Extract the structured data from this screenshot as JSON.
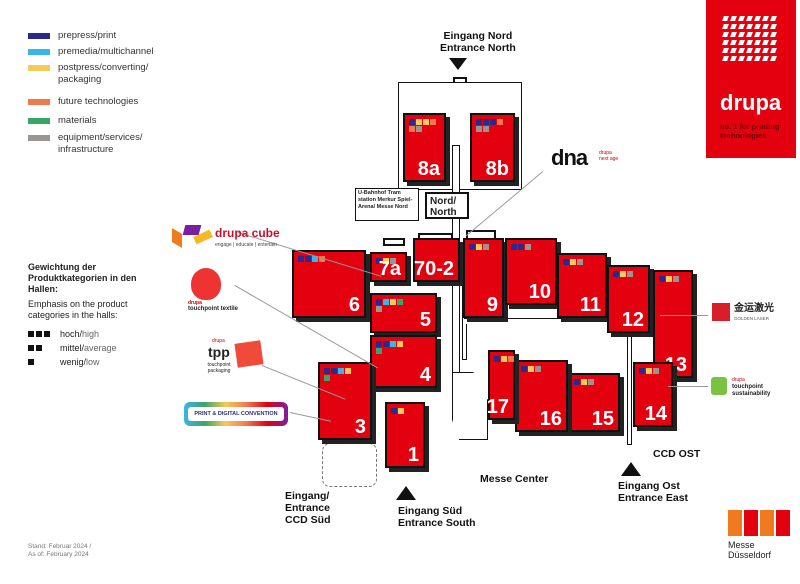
{
  "legend": {
    "items": [
      {
        "label": "prepress/print",
        "color": "#2a2a8c"
      },
      {
        "label": "premedia/multichannel",
        "color": "#3bb4e6"
      },
      {
        "label": "postpress/converting/ packaging",
        "color": "#f5c95a"
      },
      {
        "label": "future technologies",
        "color": "#f07a50"
      },
      {
        "label": "materials",
        "color": "#3aa56a"
      },
      {
        "label": "equipment/services/ infrastructure",
        "color": "#9a9590"
      }
    ]
  },
  "weighting": {
    "title_de": "Gewichtung der Produktkategorien in den Hallen:",
    "title_en": "Emphasis on the product categories in the halls:",
    "levels": [
      {
        "de": "hoch/",
        "en": "high",
        "squares": 3
      },
      {
        "de": "mittel/",
        "en": "average",
        "squares": 2
      },
      {
        "de": "wenig/",
        "en": "low",
        "squares": 1
      }
    ]
  },
  "footer": {
    "stand_de": "Stand: Februar 2024 /",
    "stand_en": "As of: February 2024"
  },
  "brand": {
    "name": "drupa",
    "tagline": "no. 1 for printing technologies",
    "color": "#e3000f"
  },
  "messe": {
    "line1": "Messe",
    "line2": "Düsseldorf"
  },
  "entrances": {
    "north": [
      "Eingang Nord",
      "Entrance North"
    ],
    "nord_box": "Nord/ North",
    "tram": "U-Bahnhof Tram station Merkur Spiel-Arena/ Messe Nord",
    "south": [
      "Eingang Süd",
      "Entrance South"
    ],
    "ccd_sued": [
      "Eingang/",
      "Entrance",
      "CCD Süd"
    ],
    "east": [
      "Eingang Ost",
      "Entrance East"
    ],
    "ccd_ost": "CCD OST",
    "messe_center": "Messe Center"
  },
  "halls": [
    {
      "id": "8a",
      "label": "8a",
      "cats": [
        "#2a2a8c",
        "#f5c95a",
        "#f5c95a",
        "#f07a50",
        "#f07a50",
        "#9a9590"
      ]
    },
    {
      "id": "8b",
      "label": "8b",
      "cats": [
        "#2a2a8c",
        "#2a2a8c",
        "#2a2a8c",
        "#f07a50",
        "#9a9590",
        "#9a9590"
      ]
    },
    {
      "id": "7a",
      "label": "7a",
      "cats": [
        "#2a2a8c",
        "#f5c95a",
        "#9a9590"
      ]
    },
    {
      "id": "7",
      "label": "70-2",
      "cats": []
    },
    {
      "id": "6",
      "label": "6",
      "cats": [
        "#2a2a8c",
        "#2a2a8c",
        "#3bb4e6",
        "#f07a50"
      ]
    },
    {
      "id": "5",
      "label": "5",
      "cats": [
        "#2a2a8c",
        "#3bb4e6",
        "#f5c95a",
        "#3aa56a",
        "#9a9590"
      ]
    },
    {
      "id": "4",
      "label": "4",
      "cats": [
        "#2a2a8c",
        "#2a2a8c",
        "#3bb4e6",
        "#f5c95a",
        "#3aa56a"
      ]
    },
    {
      "id": "3",
      "label": "3",
      "cats": [
        "#2a2a8c",
        "#2a2a8c",
        "#3bb4e6",
        "#f5c95a",
        "#3aa56a"
      ]
    },
    {
      "id": "1",
      "label": "1",
      "cats": [
        "#2a2a8c",
        "#f5c95a"
      ]
    },
    {
      "id": "9",
      "label": "9",
      "cats": [
        "#2a2a8c",
        "#f5c95a",
        "#9a9590"
      ]
    },
    {
      "id": "10",
      "label": "10",
      "cats": [
        "#2a2a8c",
        "#2a2a8c",
        "#9a9590"
      ]
    },
    {
      "id": "11",
      "label": "11",
      "cats": [
        "#2a2a8c",
        "#f5c95a",
        "#9a9590"
      ]
    },
    {
      "id": "12",
      "label": "12",
      "cats": [
        "#2a2a8c",
        "#f5c95a",
        "#9a9590"
      ]
    },
    {
      "id": "13",
      "label": "13",
      "cats": [
        "#2a2a8c",
        "#f5c95a",
        "#9a9590"
      ]
    },
    {
      "id": "14",
      "label": "14",
      "cats": [
        "#2a2a8c",
        "#f5c95a",
        "#9a9590"
      ]
    },
    {
      "id": "15",
      "label": "15",
      "cats": [
        "#2a2a8c",
        "#f5c95a",
        "#9a9590"
      ]
    },
    {
      "id": "16",
      "label": "16",
      "cats": [
        "#2a2a8c",
        "#f5c95a",
        "#9a9590"
      ]
    },
    {
      "id": "17",
      "label": "17",
      "cats": [
        "#2a2a8c",
        "#f5c95a",
        "#f07a50"
      ]
    }
  ],
  "features": {
    "drupa_cube": {
      "title": "drupa cube",
      "sub": "engage | educate | entertain"
    },
    "dna": {
      "title": "dna",
      "sub": "drupa next age"
    },
    "textile": {
      "brand": "drupa",
      "title": "touchpoint textile"
    },
    "tpp": {
      "brand": "drupa",
      "title": "tpp",
      "sub": "touchpoint packaging"
    },
    "convention": "PRINT & DIGITAL CONVENTION",
    "golden_laser": {
      "title": "金运激光",
      "sub": "GOLDEN LASER"
    },
    "sustainability": {
      "brand": "drupa",
      "title": "touchpoint sustainability"
    }
  }
}
